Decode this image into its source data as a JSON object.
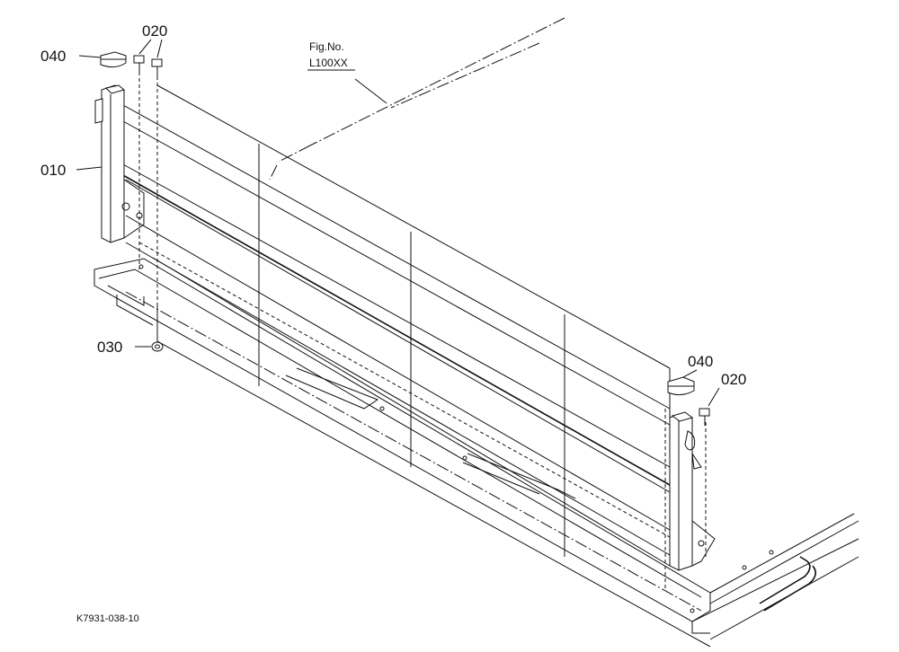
{
  "diagram": {
    "figure_ref_line1": "Fig.No.",
    "figure_ref_line2": "L100XX",
    "drawing_code": "K7931-038-10",
    "callouts": {
      "part_010": "010",
      "part_020_top": "020",
      "part_020_right": "020",
      "part_030": "030",
      "part_040_left": "040",
      "part_040_right": "040"
    }
  }
}
